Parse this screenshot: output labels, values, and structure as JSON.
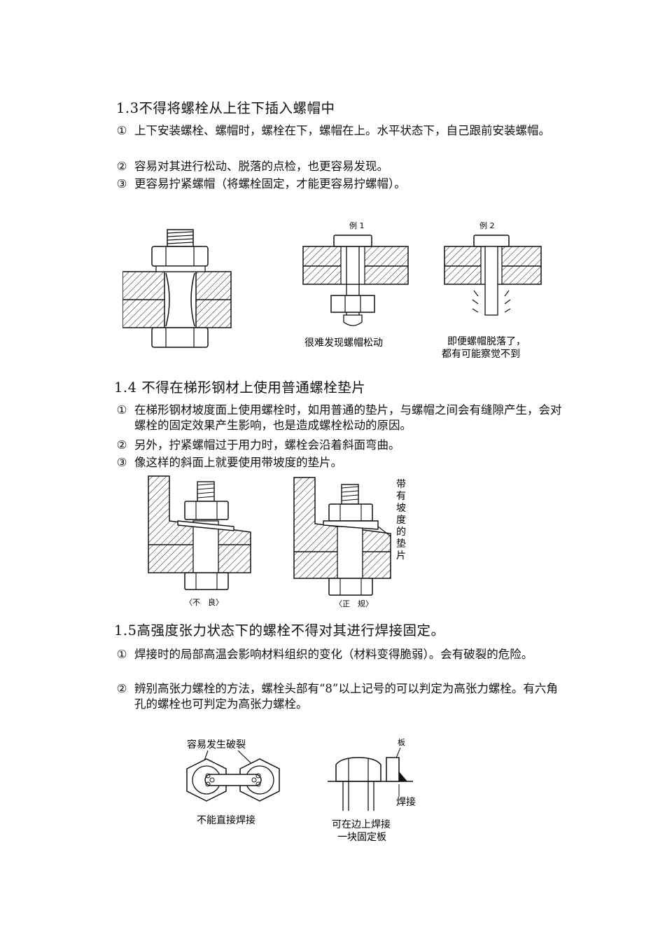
{
  "sections": [
    {
      "heading": "1.3不得将螺栓从上往下插入螺帽中",
      "items": [
        {
          "num": "①",
          "text": "上下安装螺栓、螺帽时，螺栓在下，螺帽在上。水平状态下，自己跟前安装螺帽。"
        },
        {
          "num": "②",
          "text": "容易对其进行松动、脱落的点检，也更容易发现。"
        },
        {
          "num": "③",
          "text": "更容易拧紧螺帽（将螺栓固定，才能更容易拧螺帽）。"
        }
      ],
      "figure": {
        "example1_label": "例 1",
        "example2_label": "例 2",
        "caption1": "很难发现螺帽松动",
        "caption2_line1": "即便螺帽脱落了，",
        "caption2_line2": "都有可能察觉不到"
      }
    },
    {
      "heading": "1.4 不得在梯形钢材上使用普通螺栓垫片",
      "items": [
        {
          "num": "①",
          "text": "在梯形钢材坡度面上使用螺栓时，如用普通的垫片，与螺帽之间会有缝隙产生，会对螺栓的固定效果产生影响，也是造成螺栓松动的原因。"
        },
        {
          "num": "②",
          "text": "另外，拧紧螺帽过于用力时，螺栓会沿着斜面弯曲。"
        },
        {
          "num": "③",
          "text": "像这样的斜面上就要使用带坡度的垫片。"
        }
      ],
      "figure": {
        "bad_label": "〈不　良〉",
        "good_label": "〈正　规〉",
        "washer_label": "带有坡度的垫片"
      }
    },
    {
      "heading": "1.5高强度张力状态下的螺栓不得对其进行焊接固定。",
      "items": [
        {
          "num": "①",
          "text": "焊接时的局部高温会影响材料组织的变化（材料变得脆弱）。会有破裂的危险。"
        },
        {
          "num": "②",
          "text": "辨别高张力螺栓的方法，螺栓头部有“8”以上记号的可以判定为高张力螺栓。有六角孔的螺栓也可判定为高张力螺栓。"
        }
      ],
      "figure": {
        "crack_label": "容易发生破裂",
        "no_weld_label": "不能直接焊接",
        "plate_label": "板",
        "weld_label": "焊接",
        "plate_caption_line1": "可在边上焊接",
        "plate_caption_line2": "一块固定板"
      }
    }
  ]
}
